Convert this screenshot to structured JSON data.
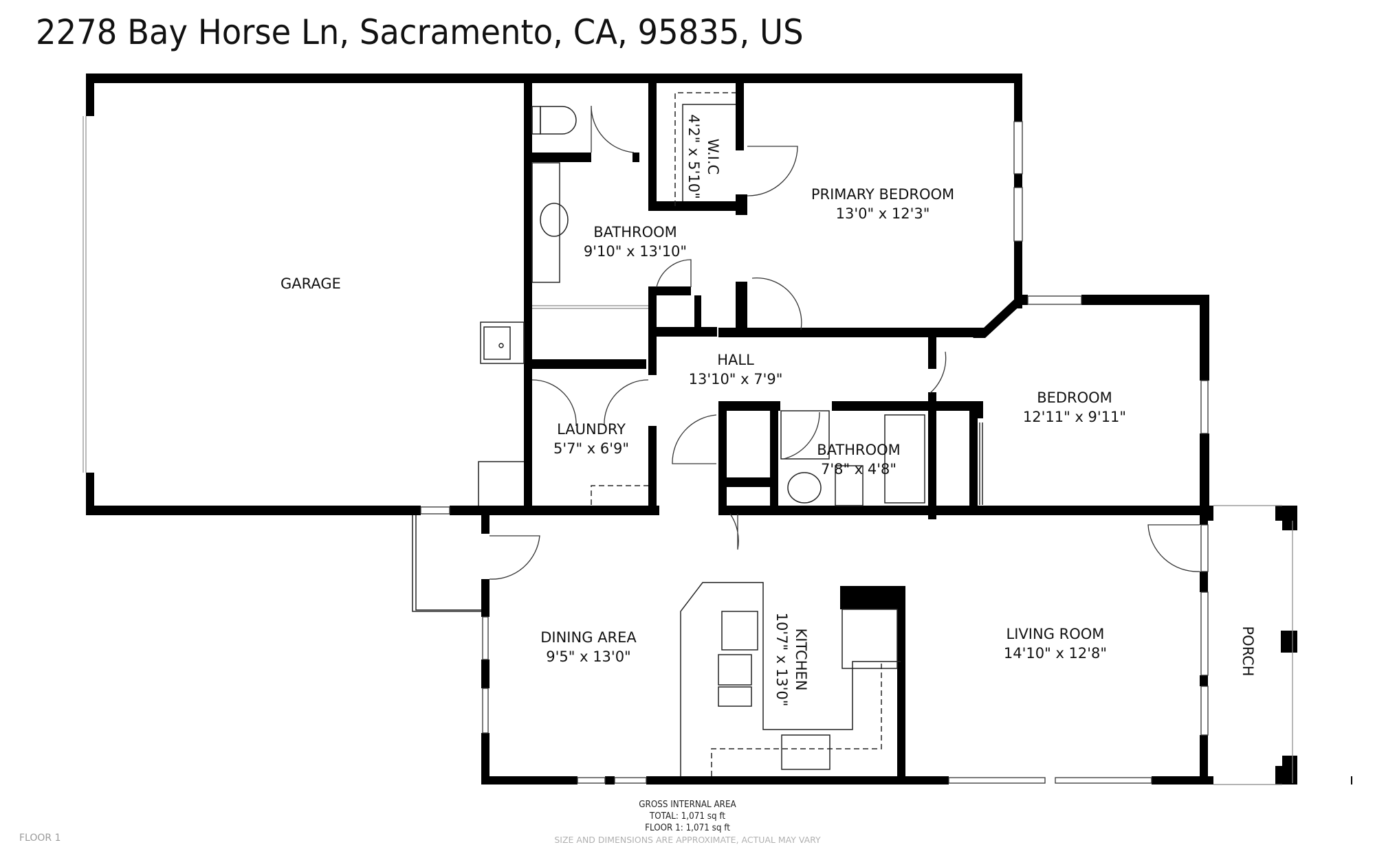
{
  "header": {
    "address": "2278 Bay Horse Ln, Sacramento, CA, 95835, US"
  },
  "rooms": [
    {
      "id": "garage",
      "name": "GARAGE",
      "dims": ""
    },
    {
      "id": "bathroom-primary",
      "name": "BATHROOM",
      "dims": "9'10\" x 13'10\""
    },
    {
      "id": "wic",
      "name": "W.I.C",
      "dims": "4'2\" x 5'10\""
    },
    {
      "id": "primary-bedroom",
      "name": "PRIMARY BEDROOM",
      "dims": "13'0\" x 12'3\""
    },
    {
      "id": "hall",
      "name": "HALL",
      "dims": "13'10\" x 7'9\""
    },
    {
      "id": "bedroom",
      "name": "BEDROOM",
      "dims": "12'11\" x 9'11\""
    },
    {
      "id": "laundry",
      "name": "LAUNDRY",
      "dims": "5'7\" x 6'9\""
    },
    {
      "id": "bathroom-2",
      "name": "BATHROOM",
      "dims": "7'8\" x 4'8\""
    },
    {
      "id": "dining-area",
      "name": "DINING AREA",
      "dims": "9'5\" x 13'0\""
    },
    {
      "id": "kitchen",
      "name": "KITCHEN",
      "dims": "10'7\" x 13'0\""
    },
    {
      "id": "living-room",
      "name": "LIVING ROOM",
      "dims": "14'10\" x 12'8\""
    },
    {
      "id": "porch",
      "name": "PORCH",
      "dims": ""
    }
  ],
  "footer": {
    "area_title": "GROSS INTERNAL AREA",
    "total": "TOTAL: 1,071 sq ft",
    "floor_total": "FLOOR 1: 1,071 sq ft",
    "disclaimer": "SIZE AND DIMENSIONS ARE APPROXIMATE, ACTUAL MAY VARY",
    "floor_name": "FLOOR 1"
  }
}
